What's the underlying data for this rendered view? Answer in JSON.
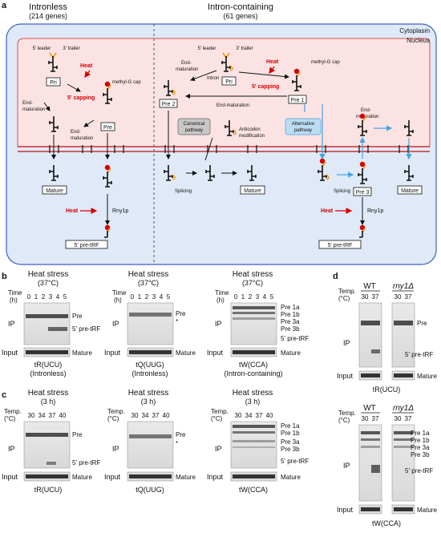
{
  "panel_a": {
    "letter": "a",
    "left_title": "Intronless",
    "left_sub": "(214 genes)",
    "right_title": "Intron-containing",
    "right_sub": "(61 genes)",
    "cytoplasm": "Cytoplasm",
    "nucleus": "Nucleus",
    "leader_l": "5' leader",
    "trailer_l": "3' trailer",
    "leader_r": "5' leader",
    "trailer_r": "3' trailer",
    "heat": "Heat",
    "capping": "5' capping",
    "methyl_cap": "methyl-G cap",
    "pri": "Pri",
    "pre": "Pre",
    "end_mat": "End-",
    "maturation": "maturation",
    "end_maturation": "End-maturation",
    "intron": "Intron",
    "pre1": "Pre 1",
    "pre2": "Pre 2",
    "pre3": "Pre 3",
    "canonical1": "Canonical",
    "canonical2": "pathway",
    "alternative1": "Alternative",
    "alternative2": "pathway",
    "anticodon1": "Anticodon",
    "anticodon2": "modification",
    "splicing": "Splicing",
    "mature": "Mature",
    "rny1p": "Rny1p",
    "pretrf": "5' pre-tRF"
  },
  "panel_b": {
    "letter": "b",
    "heat_stress": "Heat stress",
    "temp37": "(37°C)",
    "time": "Time",
    "h": "(h)",
    "times": [
      "0",
      "1",
      "2",
      "3",
      "4",
      "5"
    ],
    "ip": "IP",
    "input": "Input",
    "pre": "Pre",
    "pretrf": "5' pre-tRF",
    "mature": "Mature",
    "star": "*",
    "pre1a": "Pre 1a",
    "pre1b": "Pre 1b",
    "pre3a": "Pre 3a",
    "pre3b": "Pre 3b",
    "g1": "tR(UCU)",
    "g1s": "(Intronless)",
    "g2": "tQ(UUG)",
    "g2s": "(Intronless)",
    "g3": "tW(CCA)",
    "g3s": "(Intron-containing)"
  },
  "panel_c": {
    "letter": "c",
    "heat_stress": "Heat stress",
    "dur": "(3 h)",
    "temp": "Temp.",
    "unit": "(°C)",
    "temps": [
      "30",
      "34",
      "37",
      "40"
    ],
    "g1": "tR(UCU)",
    "g2": "tQ(UUG)",
    "g3": "tW(CCA)"
  },
  "panel_d": {
    "letter": "d",
    "wt": "WT",
    "mut": "rny1Δ",
    "temp": "Temp.",
    "unit": "(°C)",
    "temps": [
      "30",
      "37"
    ],
    "g1": "tR(UCU)",
    "g2": "tW(CCA)"
  }
}
